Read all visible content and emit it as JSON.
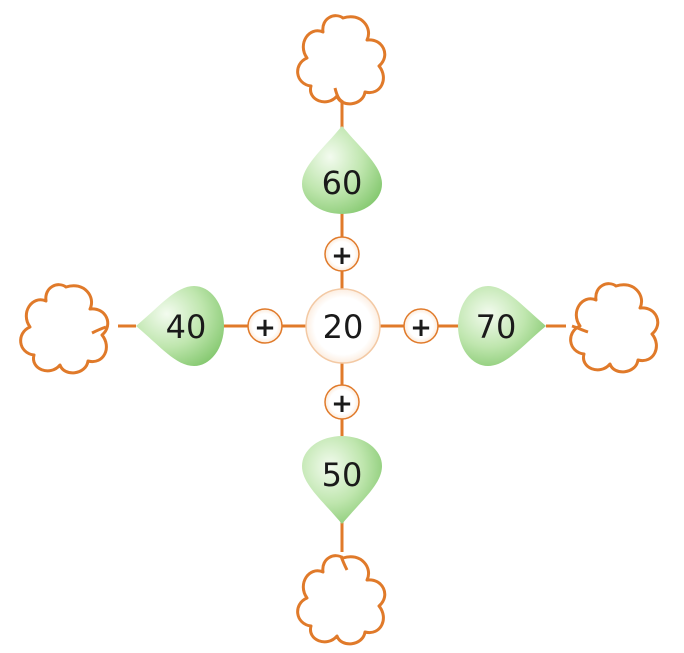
{
  "center": {
    "value": "20"
  },
  "operator": "+",
  "branches": {
    "top": {
      "value": "60"
    },
    "bottom": {
      "value": "50"
    },
    "left": {
      "value": "40"
    },
    "right": {
      "value": "70"
    }
  },
  "colors": {
    "line": "#e07a2a",
    "flower_outline": "#e07a2a",
    "drop_light": "#eaf7e4",
    "drop_mid": "#b9e3a9",
    "drop_dark": "#8fcf7c",
    "circle_fill": "#ffffff"
  }
}
